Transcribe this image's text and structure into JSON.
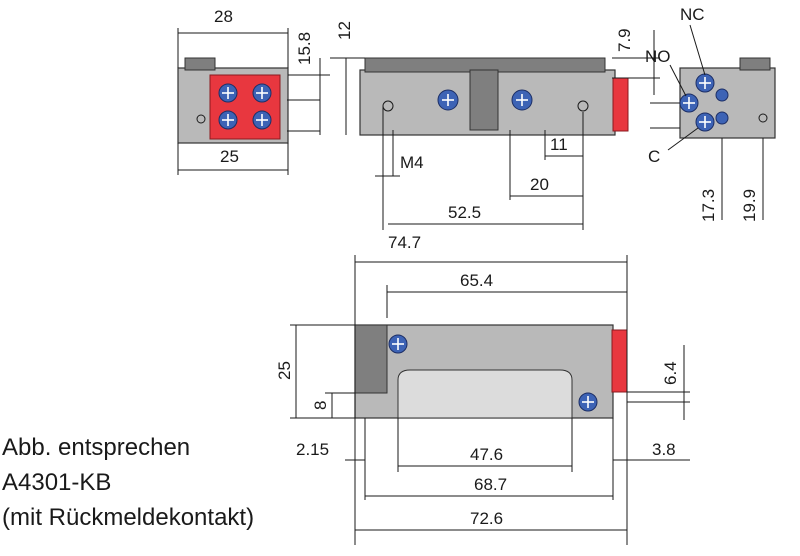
{
  "dimensions": {
    "top_left_width": "28",
    "top_left_height": "15.8",
    "top_left_bottom": "25",
    "side_top": "12",
    "thread": "M4",
    "d11": "11",
    "d20": "20",
    "d52_5": "52.5",
    "d74_7": "74.7",
    "d7_9": "7.9",
    "d17_3": "17.3",
    "d19_9": "19.9",
    "plan_65_4": "65.4",
    "plan_25": "25",
    "plan_8": "8",
    "plan_2_15": "2.15",
    "plan_47_6": "47.6",
    "plan_68_7": "68.7",
    "plan_72_6": "72.6",
    "plan_6_4": "6.4",
    "plan_3_8": "3.8"
  },
  "contacts": {
    "nc": "NC",
    "no": "NO",
    "c": "C"
  },
  "caption": {
    "line1": "Abb. entsprechen",
    "line2": "A4301-KB",
    "line3": "(mit Rückmeldekontakt)"
  },
  "colors": {
    "red_accent": "#e8373f",
    "screw_blue": "#3d63b5",
    "housing_grey": "#b9b9b9"
  }
}
